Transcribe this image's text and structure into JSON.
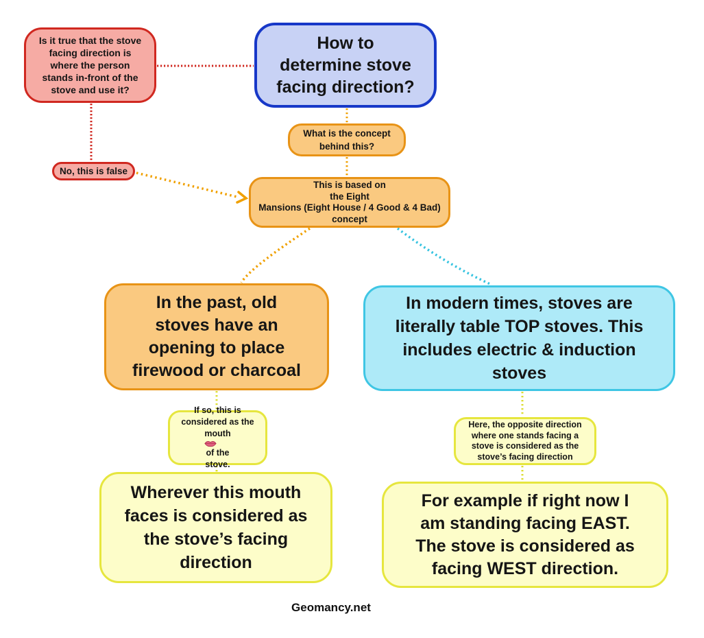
{
  "title": "How to determine stove facing direction?",
  "footer": {
    "text": "Geomancy.net"
  },
  "palette": {
    "red_border": "#d02820",
    "red_fill": "#f6aba4",
    "blue_border": "#1738c8",
    "blue_fill": "#c8d2f5",
    "orange_border": "#e89316",
    "orange_fill": "#fac980",
    "cyan_border": "#3fc6e4",
    "cyan_fill": "#aeeaf8",
    "yellow_border": "#e6e63e",
    "yellow_fill": "#fdfdc9",
    "line_red": "#d02820",
    "line_orange": "#f0a000",
    "line_cyan": "#35c3e0",
    "line_yellow": "#dddd30"
  },
  "nodes": {
    "red_question": {
      "lines": [
        "Is it true that the stove",
        "facing direction is",
        "where the person",
        "stands in-front of the",
        "stove and use it?"
      ]
    },
    "blue_main": {
      "lines": [
        "How to",
        "determine stove",
        "facing direction?"
      ]
    },
    "concept_question": {
      "lines": [
        "What is the concept",
        "behind this?"
      ]
    },
    "no_false": {
      "lines": [
        "No, this is false"
      ]
    },
    "eight_mansions": {
      "lines": [
        "This is based on",
        "the Eight",
        "Mansions (Eight House / 4 Good & 4 Bad)",
        "concept"
      ]
    },
    "past_stoves": {
      "lines": [
        "In the past, old",
        "stoves have an",
        "opening to place",
        "firewood or charcoal"
      ]
    },
    "modern_stoves": {
      "lines": [
        "In modern times, stoves are",
        "literally table TOP stoves. This",
        "includes electric & induction",
        "stoves"
      ]
    },
    "if_so": {
      "line1": "If so, this is",
      "line2": "considered as the",
      "mouth_before": "mouth",
      "mouth_after": "of the",
      "line4": "stove.",
      "mouth_icon": "lips-icon"
    },
    "wherever_mouth": {
      "lines": [
        "Wherever this mouth",
        "faces is considered as",
        "the stove’s facing",
        "direction"
      ]
    },
    "here_opposite": {
      "lines": [
        "Here, the opposite direction",
        "where one stands facing a",
        "stove is considered as the",
        "stove’s facing direction"
      ]
    },
    "for_example": {
      "lines": [
        "For example if right now I",
        "am standing facing EAST.",
        "The stove is considered as",
        "facing WEST direction."
      ]
    }
  }
}
